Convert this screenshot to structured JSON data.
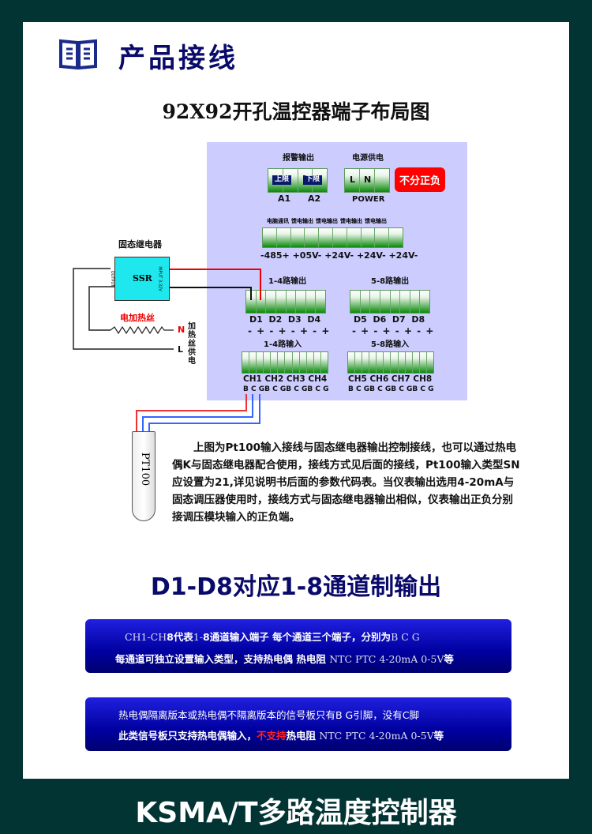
{
  "header": {
    "title": "产品接线",
    "icon": "book-icon"
  },
  "subtitle": "92X92开孔温控器端子布局图",
  "panel": {
    "alarm_label": "报警输出",
    "alarm_upper": "上限",
    "alarm_lower": "下限",
    "a1": "A1",
    "a2": "A2",
    "power_label": "电源供电",
    "power_l": "L",
    "power_n": "N",
    "power_text": "POWER",
    "no_polarity": "不分正负",
    "aux_labels": [
      "电脑通讯",
      "馈电输出",
      "馈电输出",
      "馈电输出",
      "馈电输出"
    ],
    "aux_values": "-485+ +05V- +24V- +24V- +24V-",
    "out14_label": "1-4路输出",
    "out58_label": "5-8路输出",
    "out14_names": "D1  D2  D3  D4",
    "out58_names": "D5  D6  D7  D8",
    "polarity": "- + - + - + - +",
    "in14_label": "1-4路输入",
    "in58_label": "5-8路输入",
    "in14_names": "CH1 CH2 CH3 CH4",
    "in58_names": "CH5 CH6 CH7 CH8",
    "bcg": "B C GB C GB C GB C G"
  },
  "ssr": {
    "title": "固态继电器",
    "name": "SSR",
    "output": "OUTPUT",
    "input": "INPUT 3-32V",
    "heater": "电加热丝",
    "n": "N",
    "l": "L",
    "supply": "加热丝供电"
  },
  "sensor": "PT100",
  "description": "上图为Pt100输入接线与固态继电器输出控制接线，也可以通过热电偶K与固态继电器配合使用，接线方式见后面的接线，Pt100输入类型SN应设置为21,详见说明书后面的参数代码表。当仪表输出选用4-20mA与固态调压器使用时，接线方式与固态继电器输出相似，仪表输出正负分别接调压模块输入的正负端。",
  "mapping_title": "D1-D8对应1-8通道制输出",
  "note1": {
    "l1a": "CH1-CH",
    "l1b": "8代表",
    "l1c": "1-",
    "l1d": "8通道输入端子  每个通道三个端子，分别为",
    "l1e": "B C G",
    "l2a": "每通道可独立设置输入类型，支持热电偶 热电阻",
    "l2b": "NTC PTC 4-20mA 0-5V",
    "l2c": "等"
  },
  "note2": {
    "l1": "热电偶隔离版本或热电偶不隔离版本的信号板只有B G引脚，没有C脚",
    "l2a": "此类信号板只支持热电偶输入，",
    "l2b": "不支持",
    "l2c": "热电阻",
    "l2d": "NTC PTC 4-20mA 0-5V",
    "l2e": "等"
  },
  "footer": "KSMA/T多路温度控制器"
}
